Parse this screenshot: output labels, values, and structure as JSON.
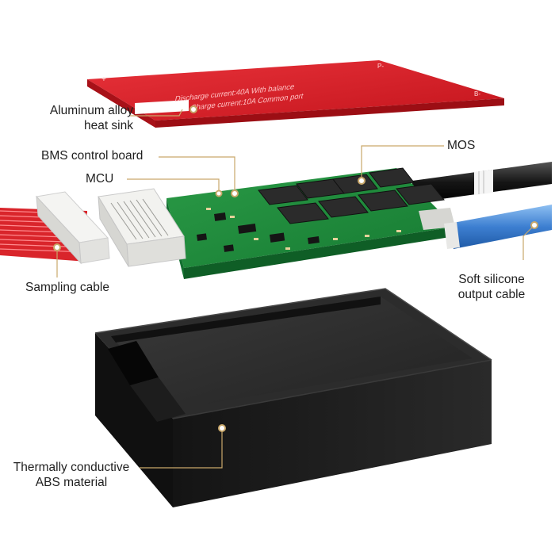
{
  "callouts": {
    "heat_sink": {
      "line1": "Aluminum alloy",
      "line2": "heat sink"
    },
    "bms_board": {
      "text": "BMS control board"
    },
    "mcu": {
      "text": "MCU"
    },
    "mos": {
      "text": "MOS"
    },
    "sampling_cable": {
      "text": "Sampling cable"
    },
    "output_cable": {
      "line1": "Soft silicone",
      "line2": "output cable"
    },
    "abs_material": {
      "line1": "Thermally conductive",
      "line2": "ABS material"
    }
  },
  "heat_sink_print": {
    "line1": "Discharge current:40A  With balance",
    "line2": "Charge current:10A  Common port",
    "plus": "+",
    "p_minus": "P-",
    "b_minus": "B-"
  },
  "colors": {
    "heat_sink": "#d81f28",
    "pcb": "#1f8a3c",
    "mos": "#2b2b2b",
    "enclosure": "#1a1a1a",
    "callout_line": "#c9a86a",
    "output_cable_blue": "#3d7fd1",
    "output_cable_black": "#151515",
    "sampling_cable": "#e02a2a"
  }
}
